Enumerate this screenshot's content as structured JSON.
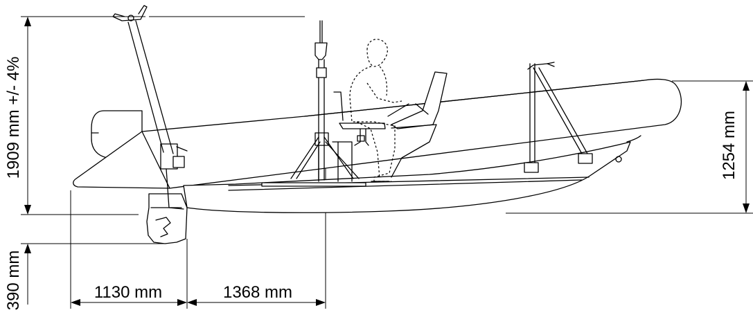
{
  "dimensions": {
    "total_height": "1909 mm +/- 4%",
    "tube_height": "1254 mm",
    "below_water": "390 mm",
    "transom_to_engine": "1130 mm",
    "engine_to_mast": "1368 mm"
  }
}
